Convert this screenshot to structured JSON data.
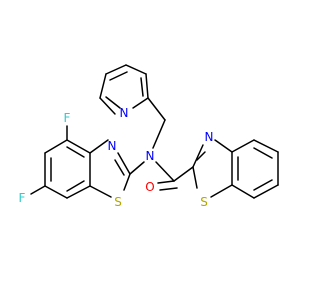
{
  "atoms": {
    "f_top": {
      "text": "F",
      "color": "#33CCCC"
    },
    "f_left": {
      "text": "F",
      "color": "#33CCCC"
    },
    "n_thiazole_left": {
      "text": "N",
      "color": "#0000FF"
    },
    "s_thiazole_left": {
      "text": "S",
      "color": "#B2A700"
    },
    "n_amide": {
      "text": "N",
      "color": "#0000FF"
    },
    "n_pyridine": {
      "text": "N",
      "color": "#0000FF"
    },
    "o_carbonyl": {
      "text": "O",
      "color": "#FF0000"
    },
    "n_thiazole_right": {
      "text": "N",
      "color": "#0000FF"
    },
    "s_thiazole_right": {
      "text": "S",
      "color": "#B2A700"
    }
  },
  "colors": {
    "bond": "#000000",
    "background": "#ffffff"
  }
}
